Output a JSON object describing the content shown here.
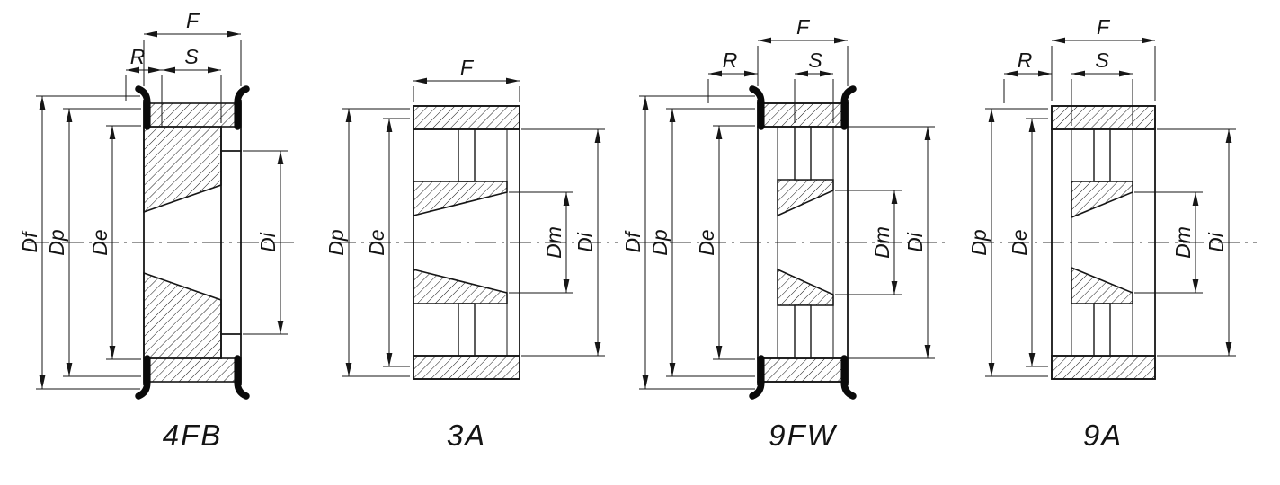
{
  "colors": {
    "ink": "#161616",
    "background": "#ffffff"
  },
  "figures": [
    {
      "id": "4FB",
      "caption": "4FB",
      "dims": {
        "f": "F",
        "r": "R",
        "s": "S",
        "df": "Df",
        "dp": "Dp",
        "de": "De",
        "di": "Di"
      }
    },
    {
      "id": "3A",
      "caption": "3A",
      "dims": {
        "f": "F",
        "dp": "Dp",
        "de": "De",
        "dm": "Dm",
        "di": "Di"
      }
    },
    {
      "id": "9FW",
      "caption": "9FW",
      "dims": {
        "f": "F",
        "r": "R",
        "s": "S",
        "df": "Df",
        "dp": "Dp",
        "de": "De",
        "dm": "Dm",
        "di": "Di"
      }
    },
    {
      "id": "9A",
      "caption": "9A",
      "dims": {
        "f": "F",
        "r": "R",
        "s": "S",
        "dp": "Dp",
        "de": "De",
        "dm": "Dm",
        "di": "Di"
      }
    }
  ]
}
